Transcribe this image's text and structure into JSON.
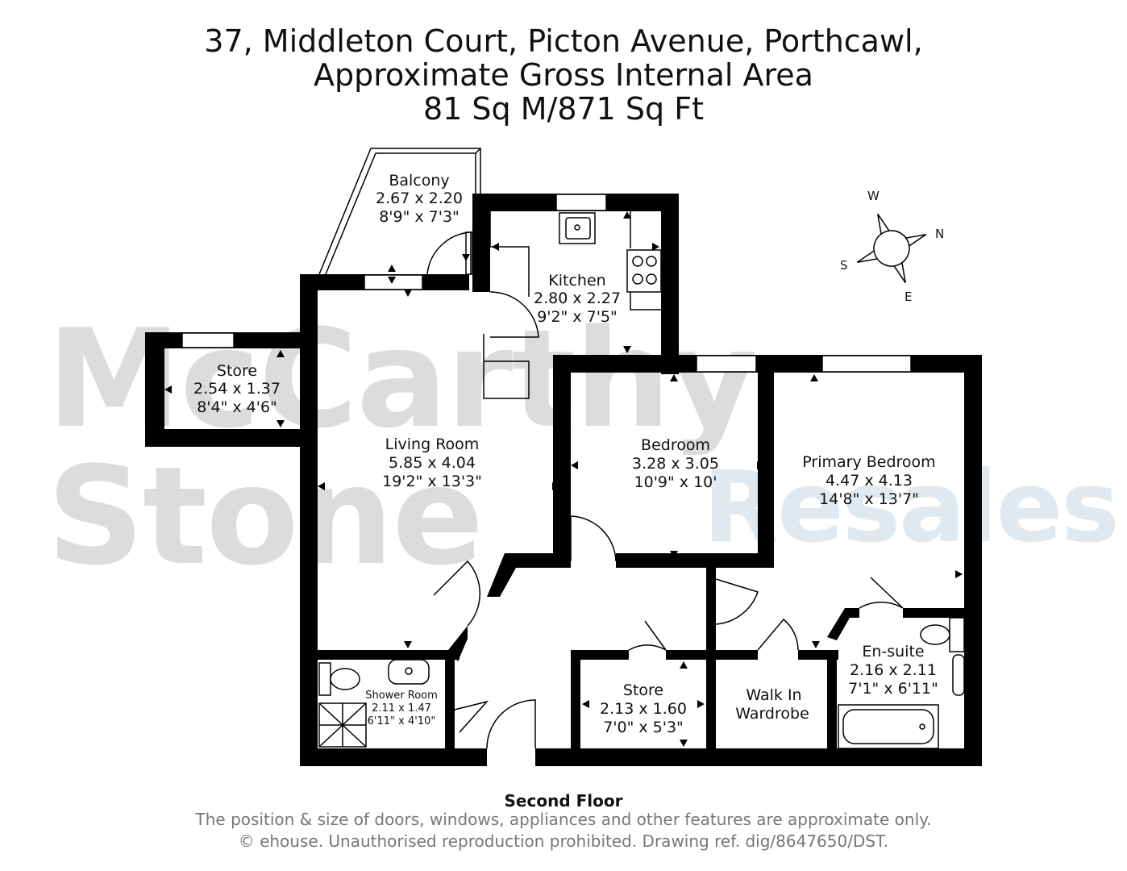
{
  "header": {
    "line1": "37, Middleton Court, Picton Avenue, Porthcawl,",
    "line2": "Approximate Gross Internal Area",
    "line3": "81 Sq M/871 Sq Ft"
  },
  "watermark": {
    "line1": "McCarthy Stone",
    "line2": "Resales"
  },
  "rooms": {
    "balcony": {
      "name": "Balcony",
      "metric": "2.67 x 2.20",
      "imperial": "8'9\" x 7'3\""
    },
    "kitchen": {
      "name": "Kitchen",
      "metric": "2.80 x 2.27",
      "imperial": "9'2\" x 7'5\""
    },
    "store_left": {
      "name": "Store",
      "metric": "2.54 x 1.37",
      "imperial": "8'4\" x 4'6\""
    },
    "living": {
      "name": "Living Room",
      "metric": "5.85 x 4.04",
      "imperial": "19'2\" x 13'3\""
    },
    "bedroom": {
      "name": "Bedroom",
      "metric": "3.28 x 3.05",
      "imperial": "10'9\" x 10'"
    },
    "primary": {
      "name": "Primary Bedroom",
      "metric": "4.47 x 4.13",
      "imperial": "14'8\" x 13'7\""
    },
    "ensuite": {
      "name": "En-suite",
      "metric": "2.16 x 2.11",
      "imperial": "7'1\" x 6'11\""
    },
    "walkin": {
      "name1": "Walk In",
      "name2": "Wardrobe"
    },
    "store_mid": {
      "name": "Store",
      "metric": "2.13 x 1.60",
      "imperial": "7'0\" x 5'3\""
    },
    "shower": {
      "name": "Shower Room",
      "metric": "2.11 x 1.47",
      "imperial": "6'11\" x 4'10\""
    }
  },
  "compass": {
    "w": "W",
    "n": "N",
    "s": "S",
    "e": "E"
  },
  "footer": {
    "floor": "Second Floor",
    "disclaimer1": "The position & size of doors, windows, appliances and other features are approximate only.",
    "disclaimer2": "© ehouse. Unauthorised reproduction prohibited. Drawing ref. dig/8647650/DST."
  },
  "colors": {
    "wall": "#000000",
    "watermark_grey": "#dcdcdc",
    "watermark_blue": "#dfe9ef",
    "disclaimer": "#777777"
  }
}
